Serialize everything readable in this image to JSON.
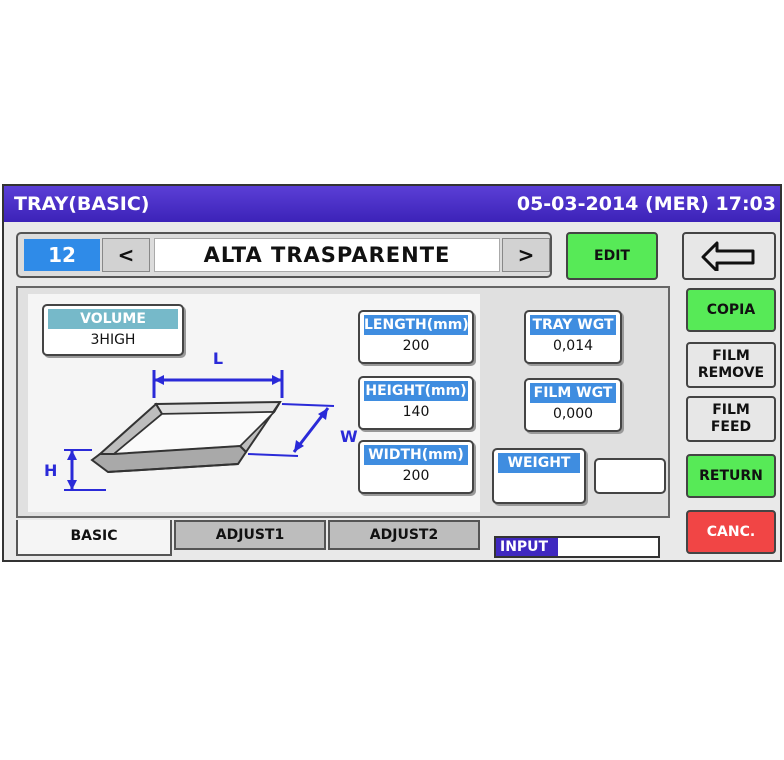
{
  "title": "TRAY(BASIC)",
  "datetime": "05-03-2014 (MER)  17:03",
  "record": {
    "number": "12",
    "prev": "<",
    "next": ">",
    "name": "ALTA TRASPARENTE"
  },
  "buttons": {
    "edit": "EDIT",
    "copia": "COPIA",
    "film_remove_1": "FILM",
    "film_remove_2": "REMOVE",
    "film_feed_1": "FILM",
    "film_feed_2": "FEED",
    "return": "RETURN",
    "cancel": "CANC."
  },
  "fields": {
    "volume": {
      "label": "VOLUME",
      "value": "3HIGH"
    },
    "length": {
      "label": "LENGTH(mm)",
      "value": "200"
    },
    "height": {
      "label": "HEIGHT(mm)",
      "value": "140"
    },
    "width": {
      "label": "WIDTH(mm)",
      "value": "200"
    },
    "tray_wgt": {
      "label": "TRAY WGT",
      "value": "0,014"
    },
    "film_wgt": {
      "label": "FILM WGT",
      "value": "0,000"
    },
    "weight": {
      "label": "WEIGHT",
      "value": ""
    }
  },
  "diagram": {
    "l": "L",
    "w": "W",
    "h": "H"
  },
  "tabs": [
    "BASIC",
    "ADJUST1",
    "ADJUST2"
  ],
  "input_label": "INPUT",
  "colors": {
    "title_bar": "#4a30c8",
    "accent_blue": "#3f8de0",
    "green": "#57ea57",
    "red": "#f14545"
  },
  "icons": [
    "back-arrow-icon"
  ]
}
